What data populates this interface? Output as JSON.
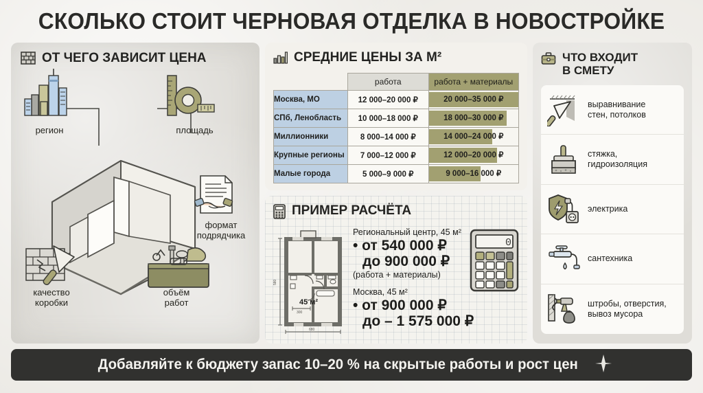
{
  "title": "СКОЛЬКО СТОИТ ЧЕРНОВАЯ ОТДЕЛКА В НОВОСТРОЙКЕ",
  "left_panel": {
    "heading": "ОТ ЧЕГО ЗАВИСИТ ЦЕНА",
    "icon": "brick-wall-icon",
    "factors": [
      {
        "label": "регион",
        "icon": "city-skyline-icon"
      },
      {
        "label": "площадь",
        "icon": "tape-measure-icon"
      },
      {
        "label": "формат\nподрядчика",
        "line1": "формат",
        "line2": "подрядчика",
        "icon": "contract-handshake-icon"
      },
      {
        "label": "качество\nкоробки",
        "line1": "качество",
        "line2": "коробки",
        "icon": "brick-trowel-icon"
      },
      {
        "label": "объём\nработ",
        "line1": "объём",
        "line2": "работ",
        "icon": "toolbox-icon"
      }
    ],
    "center_icon": "apartment-shell-3d-icon"
  },
  "prices_panel": {
    "heading": "СРЕДНИЕ ЦЕНЫ ЗА М²",
    "icon": "bar-chart-icon",
    "columns": [
      "",
      "работа",
      "работа + материалы"
    ]
  },
  "chart_data": {
    "type": "table",
    "title": "СРЕДНИЕ ЦЕНЫ ЗА М²",
    "columns": [
      "",
      "работа",
      "работа + материалы"
    ],
    "categories": [
      "Москва, МО",
      "СПб, Ленобласть",
      "Миллионники",
      "Крупные регионы",
      "Малые города"
    ],
    "rows": [
      {
        "region": "Москва, МО",
        "work": "12 000–20 000 ₽",
        "work_materials": "20 000–35 000 ₽",
        "work_min": 12000,
        "work_max": 20000,
        "mat_min": 20000,
        "mat_max": 35000,
        "bar_pct": 100
      },
      {
        "region": "СПб, Ленобласть",
        "work": "10 000–18 000 ₽",
        "work_materials": "18 000–30 000 ₽",
        "work_min": 10000,
        "work_max": 18000,
        "mat_min": 18000,
        "mat_max": 30000,
        "bar_pct": 87
      },
      {
        "region": "Миллионники",
        "work": "8 000–14 000 ₽",
        "work_materials": "14 000–24 000 ₽",
        "work_min": 8000,
        "work_max": 14000,
        "mat_min": 14000,
        "mat_max": 24000,
        "bar_pct": 71
      },
      {
        "region": "Крупные регионы",
        "work": "7 000–12 000 ₽",
        "work_materials": "12 000–20 000 ₽",
        "work_min": 7000,
        "work_max": 12000,
        "mat_min": 12000,
        "mat_max": 20000,
        "bar_pct": 76
      },
      {
        "region": "Малые города",
        "work": "5 000–9 000 ₽",
        "work_materials": "9 000–16 000 ₽",
        "work_min": 5000,
        "work_max": 9000,
        "mat_min": 9000,
        "mat_max": 16000,
        "bar_pct": 58
      }
    ],
    "unit": "₽ за м²",
    "legend": [
      "работа",
      "работа + материалы"
    ],
    "accent_work": "#dddcd6",
    "accent_materials": "#a2a071"
  },
  "example_panel": {
    "heading": "ПРИМЕР РАСЧЁТА",
    "icon": "calculator-icon",
    "plan": {
      "area_label": "45 м²",
      "dim_bottom": "680",
      "dim_left": "580",
      "dim_inner": "300"
    },
    "cases": [
      {
        "caption": "Региональный центр, 45 м²",
        "from": "• от 540 000 ₽",
        "to": "до 900 000 ₽",
        "note": "(работа + материалы)"
      },
      {
        "caption": "Москва, 45 м²",
        "from": "• от 900 000 ₽",
        "to": "до – 1 575 000 ₽",
        "note": ""
      }
    ],
    "calculator_display": "0"
  },
  "estimate_panel": {
    "heading_line1": "ЧТО ВХОДИТ",
    "heading_line2": "В СМЕТУ",
    "icon": "briefcase-icon",
    "items": [
      {
        "line1": "выравнивание",
        "line2": "стен, потолков",
        "icon": "trowel-wall-icon"
      },
      {
        "line1": "стяжка,",
        "line2": "гидроизоляция",
        "icon": "screed-float-icon"
      },
      {
        "line1": "электрика",
        "line2": "",
        "icon": "electric-shield-socket-icon"
      },
      {
        "line1": "сантехника",
        "line2": "",
        "icon": "faucet-icon"
      },
      {
        "line1": "штробы, отверстия,",
        "line2": "вывоз мусора",
        "icon": "drill-debris-bag-icon"
      }
    ]
  },
  "footer": {
    "text": "Добавляйте к бюджету запас 10–20 % на скрытые работы и рост цен",
    "icon": "sparkle-icon"
  }
}
